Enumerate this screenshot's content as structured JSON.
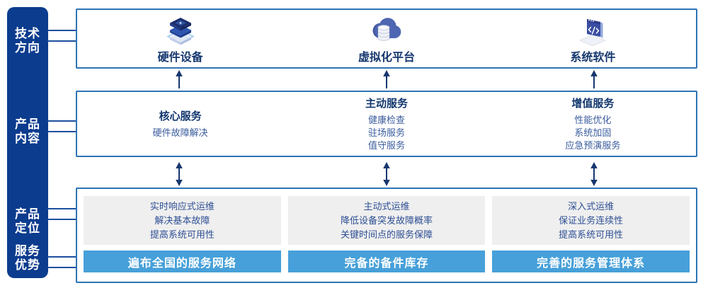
{
  "colors": {
    "rail": "#0c3c8e",
    "panel_border": "#2e74b5",
    "connector": "#1d4f9e",
    "arrow": "#17376f",
    "title_text": "#12366e",
    "item_text": "#3a5c9e",
    "gray_card_bg": "#efefef",
    "gray_card_text": "#2e4f94",
    "blue_bar_bg": "#47a0d9",
    "blue_bar_text": "#ffffff"
  },
  "rail": {
    "items": [
      {
        "line1": "技术",
        "line2": "方向"
      },
      {
        "line1": "产品",
        "line2": "内容"
      },
      {
        "line1": "产品",
        "line2": "定位"
      },
      {
        "line1": "服务",
        "line2": "优势"
      }
    ]
  },
  "tech_row": {
    "items": [
      {
        "icon": "server-stack-icon",
        "label": "硬件设备"
      },
      {
        "icon": "cloud-database-icon",
        "label": "虚拟化平台"
      },
      {
        "icon": "code-window-icon",
        "label": "系统软件"
      }
    ]
  },
  "content_row": {
    "columns": [
      {
        "title": "核心服务",
        "item1": "硬件故障解决",
        "item2": "",
        "item3": ""
      },
      {
        "title": "主动服务",
        "item1": "健康检查",
        "item2": "驻场服务",
        "item3": "值守服务"
      },
      {
        "title": "增值服务",
        "item1": "性能优化",
        "item2": "系统加固",
        "item3": "应急预演服务"
      }
    ]
  },
  "positioning_row": {
    "columns": [
      {
        "line1": "实时响应式运维",
        "line2": "解决基本故障",
        "line3": "提高系统可用性",
        "bar": "遍布全国的服务网络"
      },
      {
        "line1": "主动式运维",
        "line2": "降低设备突发故障概率",
        "line3": "关键时间点的服务保障",
        "bar": "完备的备件库存"
      },
      {
        "line1": "深入式运维",
        "line2": "保证业务连续性",
        "line3": "提高系统可用性",
        "bar": "完善的服务管理体系"
      }
    ]
  }
}
